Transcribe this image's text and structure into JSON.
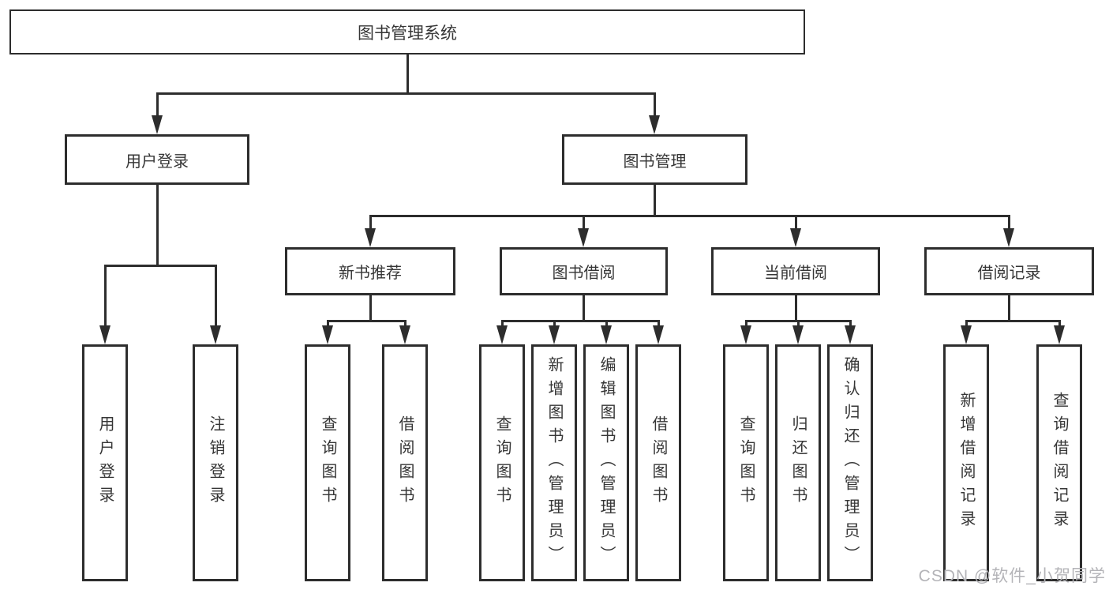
{
  "diagram": {
    "root": "图书管理系统",
    "user_login_branch": {
      "label": "用户登录",
      "children": [
        "用户登录",
        "注销登录"
      ]
    },
    "book_mgmt_branch": {
      "label": "图书管理",
      "sections": [
        {
          "label": "新书推荐",
          "children": [
            "查询图书",
            "借阅图书"
          ]
        },
        {
          "label": "图书借阅",
          "children": [
            "查询图书",
            "新增图书（管理员）",
            "编辑图书（管理员）",
            "借阅图书"
          ]
        },
        {
          "label": "当前借阅",
          "children": [
            "查询图书",
            "归还图书",
            "确认归还（管理员）"
          ]
        },
        {
          "label": "借阅记录",
          "children": [
            "新增借阅记录",
            "查询借阅记录"
          ]
        }
      ]
    }
  },
  "watermark": "CSDN @软件_小贺同学",
  "colors": {
    "line": "#2d2d2d",
    "text": "#363636",
    "watermark": "#b4b4b8",
    "background": "#ffffff"
  }
}
